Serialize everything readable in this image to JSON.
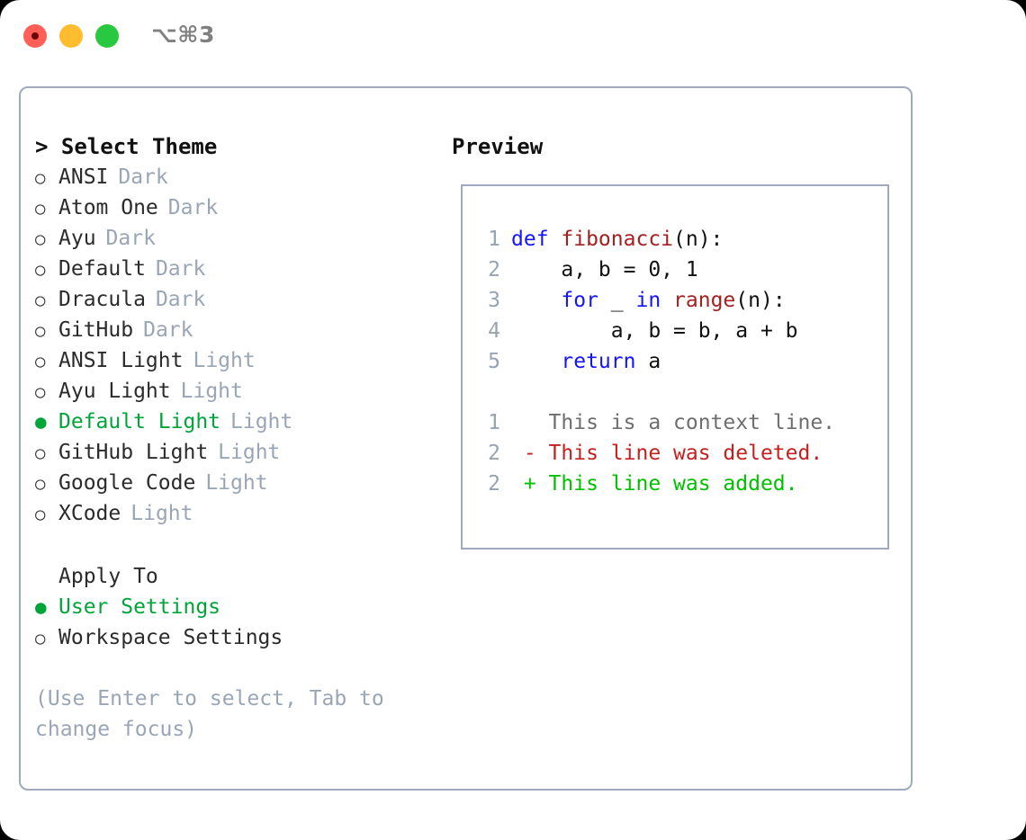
{
  "titlebar": {
    "shortcut_label": "⌥⌘3",
    "buttons": [
      {
        "name": "close",
        "color": "#ff5f57"
      },
      {
        "name": "minimize",
        "color": "#febc2e"
      },
      {
        "name": "maximize",
        "color": "#28c840"
      }
    ]
  },
  "theme_picker": {
    "heading": "> Select Theme",
    "marker_selected": "●",
    "marker_unselected": "○",
    "accent_color": "#00a53a",
    "items": [
      {
        "label": "ANSI",
        "tag": "Dark",
        "selected": false
      },
      {
        "label": "Atom One",
        "tag": "Dark",
        "selected": false
      },
      {
        "label": "Ayu",
        "tag": "Dark",
        "selected": false
      },
      {
        "label": "Default",
        "tag": "Dark",
        "selected": false
      },
      {
        "label": "Dracula",
        "tag": "Dark",
        "selected": false
      },
      {
        "label": "GitHub",
        "tag": "Dark",
        "selected": false
      },
      {
        "label": "ANSI Light",
        "tag": "Light",
        "selected": false
      },
      {
        "label": "Ayu Light",
        "tag": "Light",
        "selected": false
      },
      {
        "label": "Default Light",
        "tag": "Light",
        "selected": true
      },
      {
        "label": "GitHub Light",
        "tag": "Light",
        "selected": false
      },
      {
        "label": "Google Code",
        "tag": "Light",
        "selected": false
      },
      {
        "label": "XCode",
        "tag": "Light",
        "selected": false
      }
    ]
  },
  "apply_to": {
    "heading": "Apply To",
    "items": [
      {
        "label": "User Settings",
        "selected": true
      },
      {
        "label": "Workspace Settings",
        "selected": false
      }
    ]
  },
  "hint": "(Use Enter to select, Tab to change focus)",
  "preview": {
    "heading": "Preview",
    "code_lines": [
      {
        "lineno": "1",
        "tokens": [
          {
            "t": "def ",
            "c": "kw"
          },
          {
            "t": "fibonacci",
            "c": "fn"
          },
          {
            "t": "(n):",
            "c": "plain"
          }
        ]
      },
      {
        "lineno": "2",
        "tokens": [
          {
            "t": "    a, b = 0, 1",
            "c": "plain"
          }
        ]
      },
      {
        "lineno": "3",
        "tokens": [
          {
            "t": "    ",
            "c": "plain"
          },
          {
            "t": "for",
            "c": "kw"
          },
          {
            "t": " _ ",
            "c": "plain"
          },
          {
            "t": "in",
            "c": "kw"
          },
          {
            "t": " ",
            "c": "plain"
          },
          {
            "t": "range",
            "c": "fn"
          },
          {
            "t": "(n):",
            "c": "plain"
          }
        ]
      },
      {
        "lineno": "4",
        "tokens": [
          {
            "t": "        a, b = b, a + b",
            "c": "plain"
          }
        ]
      },
      {
        "lineno": "5",
        "tokens": [
          {
            "t": "    ",
            "c": "plain"
          },
          {
            "t": "return",
            "c": "kw"
          },
          {
            "t": " a",
            "c": "plain"
          }
        ]
      }
    ],
    "diff_lines": [
      {
        "lineno": "1",
        "tokens": [
          {
            "t": "   This is a context line.",
            "c": "ctx"
          }
        ]
      },
      {
        "lineno": "2",
        "tokens": [
          {
            "t": " - This line was deleted.",
            "c": "del"
          }
        ]
      },
      {
        "lineno": "2",
        "tokens": [
          {
            "t": " + This line was added.",
            "c": "add"
          }
        ]
      }
    ]
  }
}
